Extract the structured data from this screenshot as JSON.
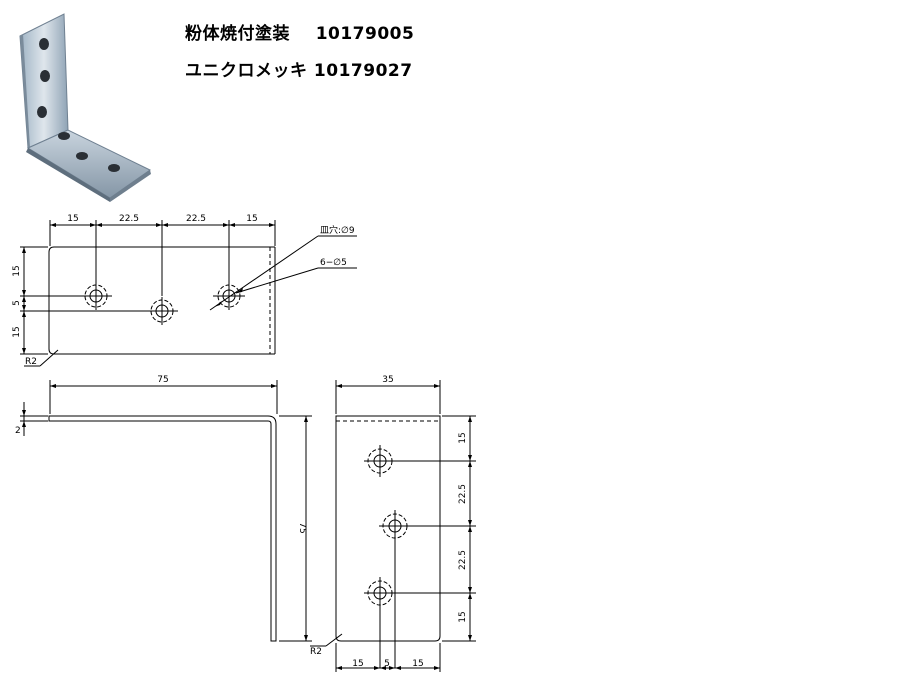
{
  "header": {
    "line1": {
      "finish": "粉体焼付塗装",
      "code": "10179005"
    },
    "line2": {
      "finish": "ユニクロメッキ",
      "code": "10179027"
    }
  },
  "drawing": {
    "top_view": {
      "dims_horizontal": [
        "15",
        "22.5",
        "22.5",
        "15"
      ],
      "dims_vertical": [
        "15",
        "5",
        "15"
      ],
      "callout_countersink": "皿穴:∅9",
      "callout_holes": "6−∅5",
      "corner_radius": "R2"
    },
    "side_view": {
      "length_horizontal": "75",
      "length_vertical": "75",
      "thickness": "2"
    },
    "front_view": {
      "width": "35",
      "dims_vertical": [
        "15",
        "22.5",
        "22.5",
        "15"
      ],
      "dims_bottom": [
        "15",
        "5",
        "15"
      ],
      "corner_radius": "R2"
    }
  }
}
